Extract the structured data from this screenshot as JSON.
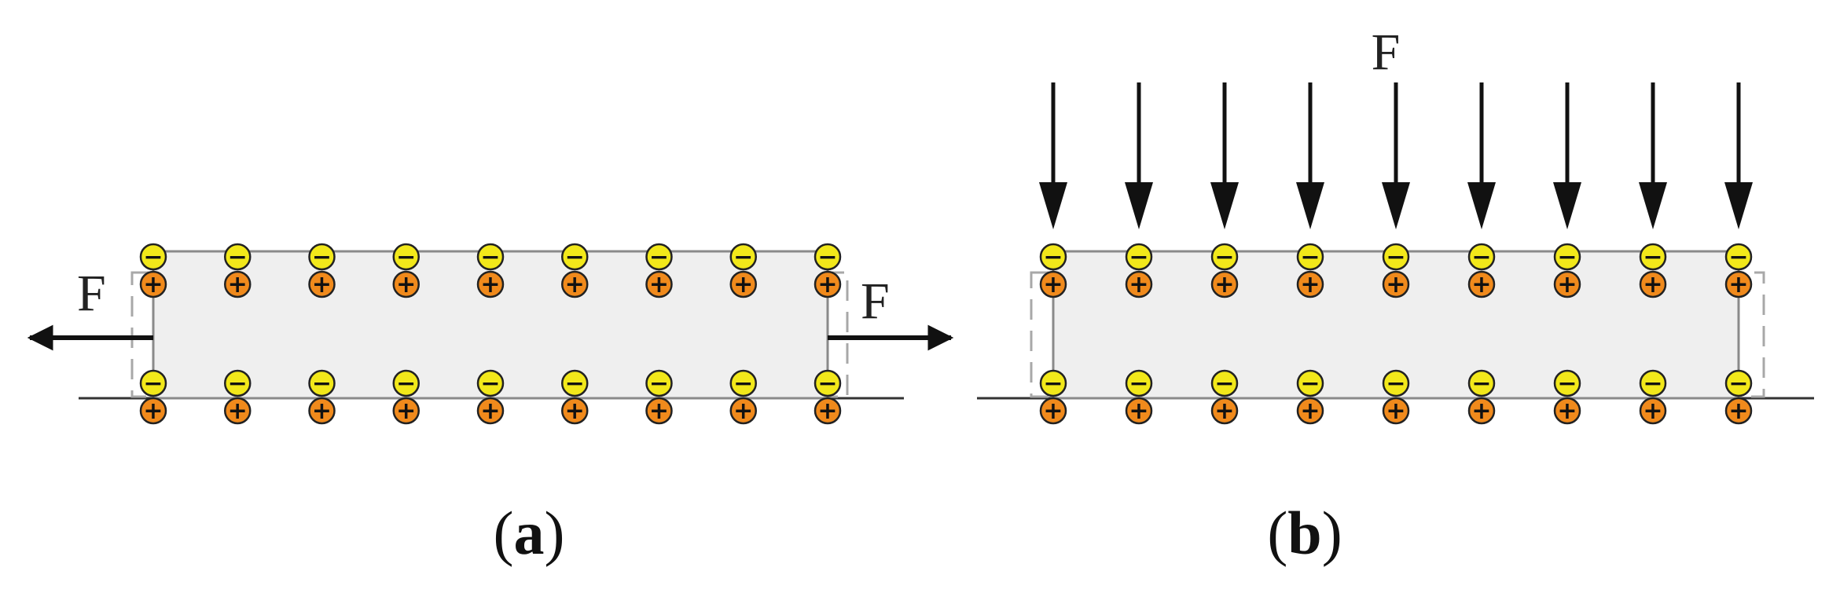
{
  "panels": [
    {
      "id": "a",
      "caption_open": "(",
      "caption_letter": "a",
      "caption_close": ")",
      "force_label": "F",
      "loading": "tension",
      "charge_columns": 9
    },
    {
      "id": "b",
      "caption_open": "(",
      "caption_letter": "b",
      "caption_close": ")",
      "force_label": "F",
      "loading": "compression",
      "charge_columns": 9,
      "force_arrows": 9
    }
  ],
  "charges": {
    "negative_symbol": "−",
    "positive_symbol": "+",
    "negative_color": "#f2e81a",
    "positive_color": "#f08a1c"
  },
  "colors": {
    "block_fill": "#efefef",
    "block_stroke": "#8a8a8a",
    "dashed_stroke": "#a8a8a8",
    "ground": "#333333",
    "arrow": "#111111"
  }
}
